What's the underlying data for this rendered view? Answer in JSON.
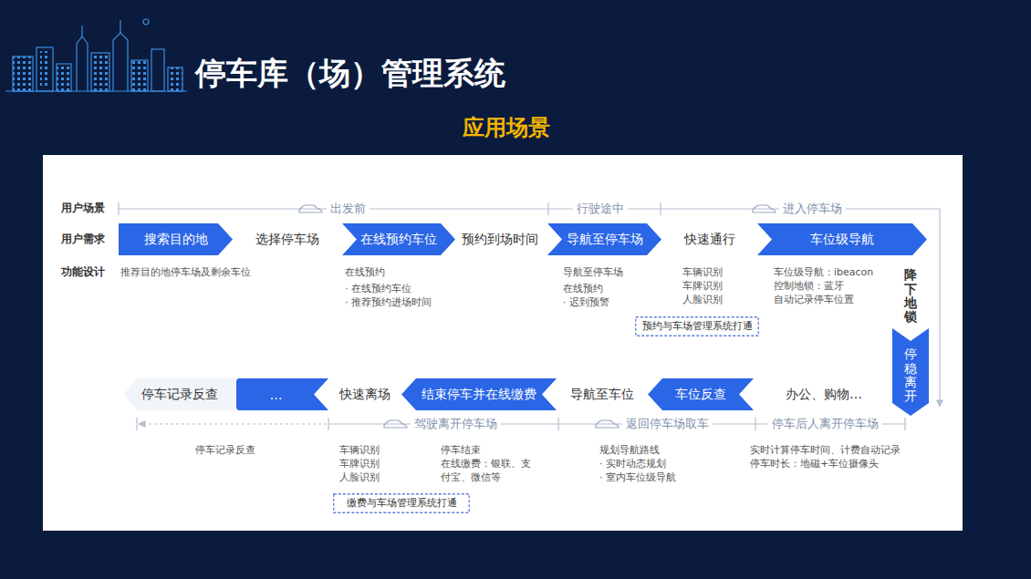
{
  "diagram": {
    "title": "停车库（场）管理系统",
    "nodes": [
      {
        "text": [
          "搜索目的地"
        ]
      },
      {
        "text": [
          "选择停车场"
        ]
      },
      {
        "text": [
          "在线预约车位"
        ]
      },
      {
        "text": [
          "预约到场时间"
        ]
      },
      {
        "text": [
          "导航至停车场"
        ]
      },
      {
        "text": [
          "快速通行"
        ]
      },
      {
        "text": [
          "车位级导航"
        ]
      },
      {
        "text": [
          "降下地锁"
        ]
      },
      {
        "text": [
          "停稳离开"
        ]
      },
      {
        "text": [
          "办公、购物…"
        ]
      },
      {
        "text": [
          "车位反查"
        ]
      },
      {
        "text": [
          "导航至车位"
        ]
      },
      {
        "text": [
          "结束停车并在线缴费"
        ]
      },
      {
        "text": [
          "快速离场"
        ]
      },
      {
        "text": [
          "…"
        ]
      },
      {
        "text": [
          "停车记录反查"
        ]
      },
      {
        "text": [
          "预约与车场管理系统打通"
        ]
      },
      {
        "text": [
          "缴费与车场管理系统打通"
        ]
      }
    ],
    "labels": [
      "应用场景",
      "用户场景",
      "用户需求",
      "功能设计",
      "出发前",
      "行驶途中",
      "进入停车场",
      "推荐目的地停车场及剩余车位",
      "在线预约",
      "· 在线预约车位",
      "· 推荐预约进场时间",
      "导航至停车场",
      "在线预约",
      "· 迟到预警",
      "车辆识别",
      "车牌识别",
      "人脸识别",
      "车位级导航：ibeacon",
      "控制地锁：蓝牙",
      "自动记录停车位置",
      "驾驶离开停车场",
      "返回停车场取车",
      "停车后人离开停车场",
      "停车记录反查",
      "车辆识别",
      "车牌识别",
      "人脸识别",
      "停车结束",
      "在线缴费：银联、支付宝、微信等",
      "规划导航路线",
      "· 实时动态规划",
      "· 室内车位级导航",
      "实时计算停车时间、计费自动记录",
      "停车时长：地磁+车位摄像头"
    ]
  }
}
